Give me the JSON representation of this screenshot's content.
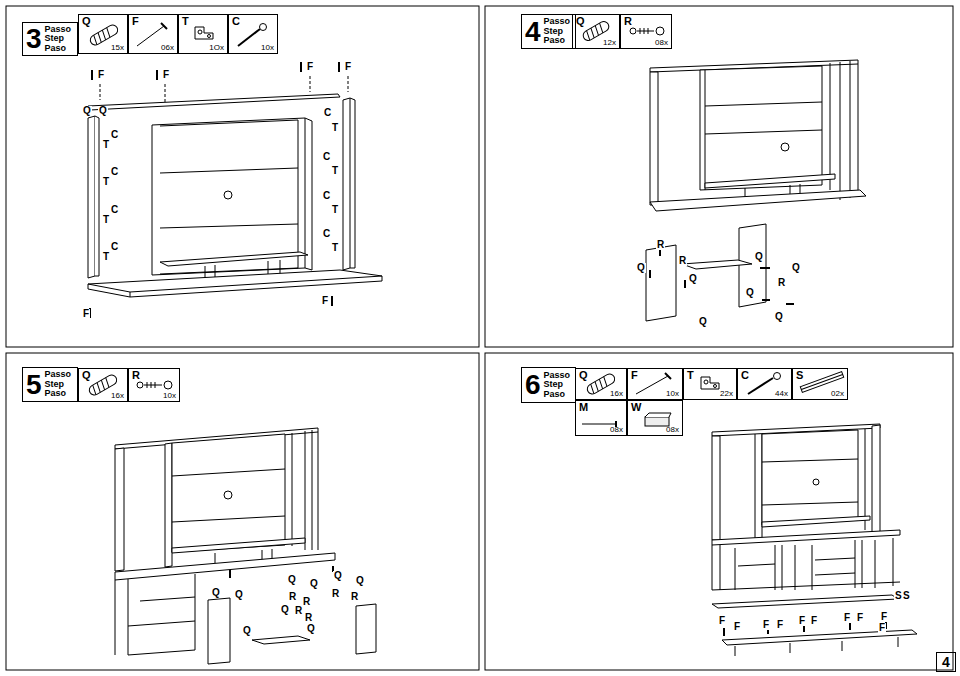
{
  "diagram": {
    "nodes": [
      {
        "text": [
          "3",
          "Passo Step Paso"
        ]
      },
      {
        "text": [
          "Q",
          "15x"
        ]
      },
      {
        "text": [
          "F",
          "06x"
        ]
      },
      {
        "text": [
          "T",
          "1Ox"
        ]
      },
      {
        "text": [
          "C",
          "10x"
        ]
      },
      {
        "text": [
          "4",
          "Passo Step Paso"
        ]
      },
      {
        "text": [
          "Q",
          "12x"
        ]
      },
      {
        "text": [
          "R",
          "08x"
        ]
      },
      {
        "text": [
          "5",
          "Passo Step Paso"
        ]
      },
      {
        "text": [
          "Q",
          "16x"
        ]
      },
      {
        "text": [
          "R",
          "10x"
        ]
      },
      {
        "text": [
          "6",
          "Passo Step Paso"
        ]
      },
      {
        "text": [
          "Q",
          "16x"
        ]
      },
      {
        "text": [
          "F",
          "10x"
        ]
      },
      {
        "text": [
          "T",
          "22x"
        ]
      },
      {
        "text": [
          "C",
          "44x"
        ]
      },
      {
        "text": [
          "S",
          "02x"
        ]
      },
      {
        "text": [
          "M",
          "08x"
        ]
      },
      {
        "text": [
          "W",
          "08x"
        ]
      },
      {
        "text": [
          "4"
        ]
      }
    ],
    "labels": [
      "F",
      "F",
      "F",
      "F",
      "Q",
      "Q",
      "C",
      "T",
      "C",
      "T",
      "C",
      "T",
      "C",
      "T",
      "C",
      "T",
      "C",
      "T",
      "C",
      "T",
      "C",
      "T",
      "F",
      "F",
      "R",
      "R",
      "Q",
      "Q",
      "Q",
      "R",
      "Q",
      "Q",
      "Q",
      "Q",
      "Q",
      "Q",
      "Q",
      "Q",
      "Q",
      "Q",
      "R",
      "R",
      "R",
      "R",
      "Q",
      "R",
      "R",
      "Q",
      "Q",
      "S",
      "S",
      "F",
      "F",
      "F",
      "F",
      "F",
      "F",
      "F",
      "F",
      "F",
      "F"
    ]
  }
}
